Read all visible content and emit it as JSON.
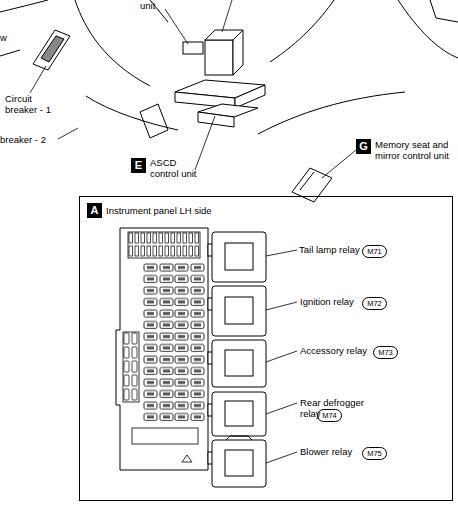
{
  "diagram": {
    "nodes": [
      {
        "text": [
          "E"
        ]
      },
      {
        "text": [
          "G"
        ]
      },
      {
        "text": [
          "Instrument panel LH side"
        ]
      },
      {
        "text": [
          "A"
        ],
        "in": 2
      },
      {
        "text": [
          "M71"
        ],
        "in": 2
      },
      {
        "text": [
          "M72"
        ],
        "in": 2
      },
      {
        "text": [
          "M73"
        ],
        "in": 2
      },
      {
        "text": [
          "M74"
        ],
        "in": 2
      },
      {
        "text": [
          "M75"
        ],
        "in": 2
      }
    ],
    "labels": [
      "unit",
      "w",
      "Circuit breaker - 1",
      "breaker - 2",
      "ASCD control unit",
      "Memory seat and mirror control unit",
      "Tail lamp relay",
      "Ignition relay",
      "Accessory relay",
      "Rear defrogger relay",
      "Blower relay"
    ]
  }
}
